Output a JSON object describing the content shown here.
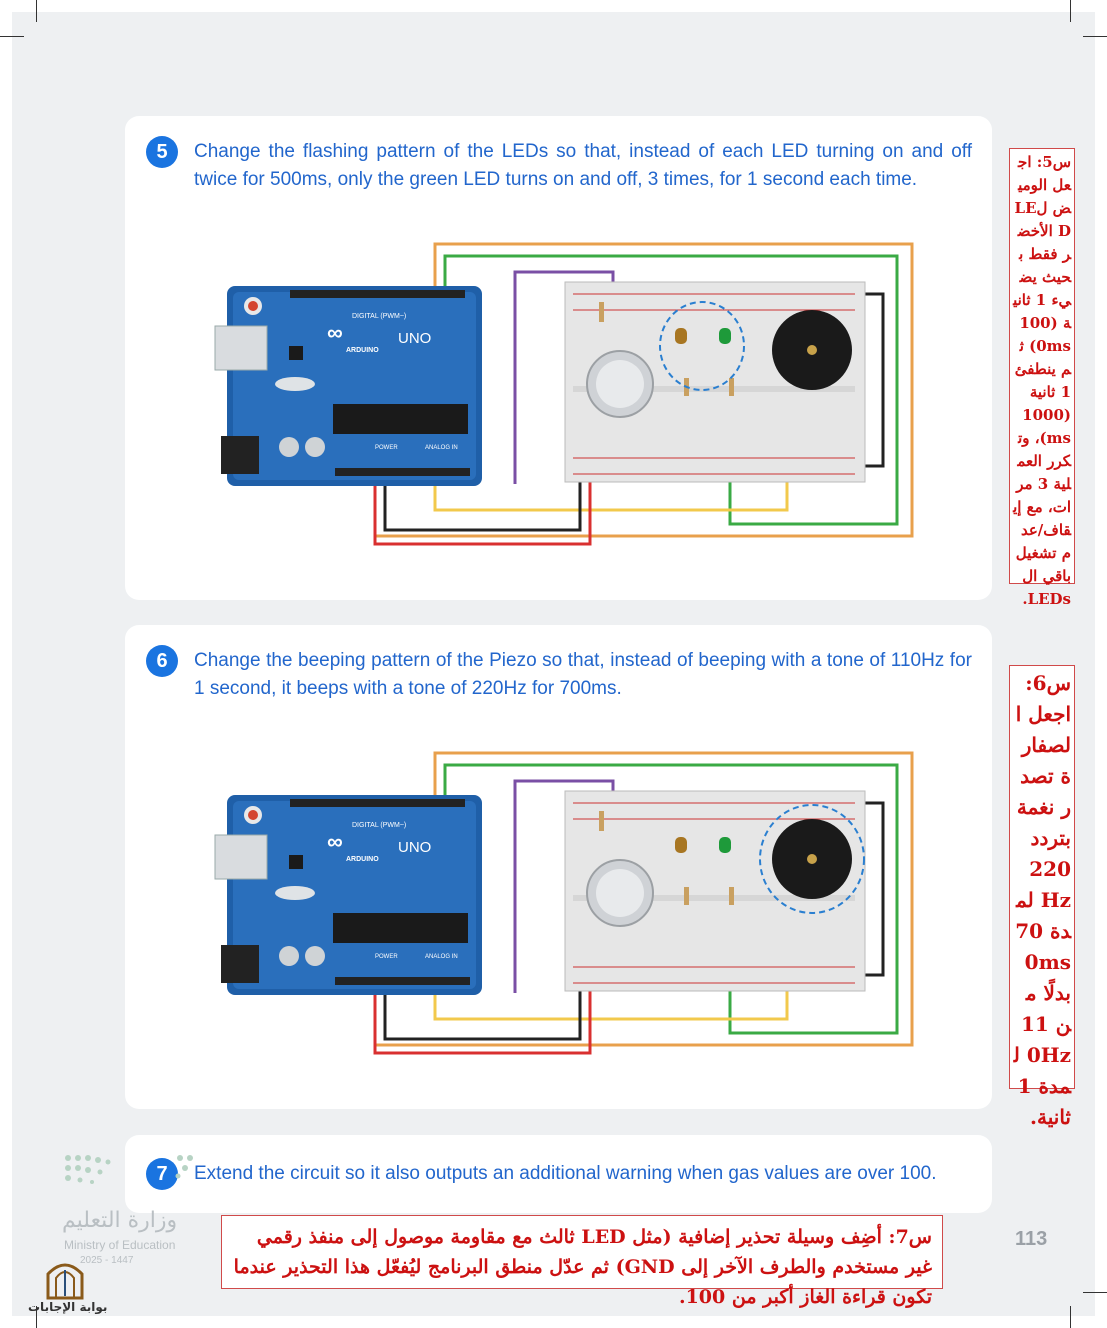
{
  "tasks": [
    {
      "number": "5",
      "text": "Change the flashing pattern of the LEDs so that, instead of each LED turning on and off twice for 500ms, only the green LED turns on and off, 3 times, for 1 second each time."
    },
    {
      "number": "6",
      "text": "Change the beeping pattern of the Piezo so that, instead of beeping with a tone of 110Hz for 1 second, it beeps with a tone of 220Hz for 700ms."
    },
    {
      "number": "7",
      "text": "Extend the circuit so it also outputs an additional warning when gas values are over 100."
    }
  ],
  "board": {
    "model": "UNO",
    "brand": "ARDUINO",
    "digital_label": "DIGITAL (PWM~)",
    "power_label": "POWER",
    "analog_label": "ANALOG IN"
  },
  "notes": {
    "q5": "س5: اجعل الوميض لLED الأخضر فقط بحيث يضيء 1 ثانية (1000ms) ثم ينطفئ 1 ثانية (1000ms)، وتكرر العملية 3 مرات، مع إيقاف/عدم تشغيل باقي الLEDs.",
    "q6": "س6: اجعل الصفارة تصدر نغمة بتردد 220Hz لمدة 700ms بدلًا من 110Hz لمدة 1 ثانية.",
    "q7": "س7: أضِف وسيلة تحذير إضافية (مثل LED ثالث مع مقاومة موصول إلى منفذ رقمي غير مستخدم والطرف الآخر إلى GND) ثم عدّل منطق البرنامج ليُفعّل هذا التحذير عندما تكون قراءة الغاز أكبر من 100."
  },
  "page_number": "113",
  "ministry": {
    "arabic": "وزارة التعليم",
    "english": "Ministry of Education",
    "year": "2025 - 1447"
  },
  "portal": "بوابة الإجابات",
  "colors": {
    "accent": "#1a74e0",
    "text_blue": "#2266cc",
    "note_red": "#cc1111"
  },
  "icons": [
    "number-badge-icon",
    "arduino-infinity-logo-icon",
    "ministry-logo-icon",
    "portal-logo-icon"
  ]
}
